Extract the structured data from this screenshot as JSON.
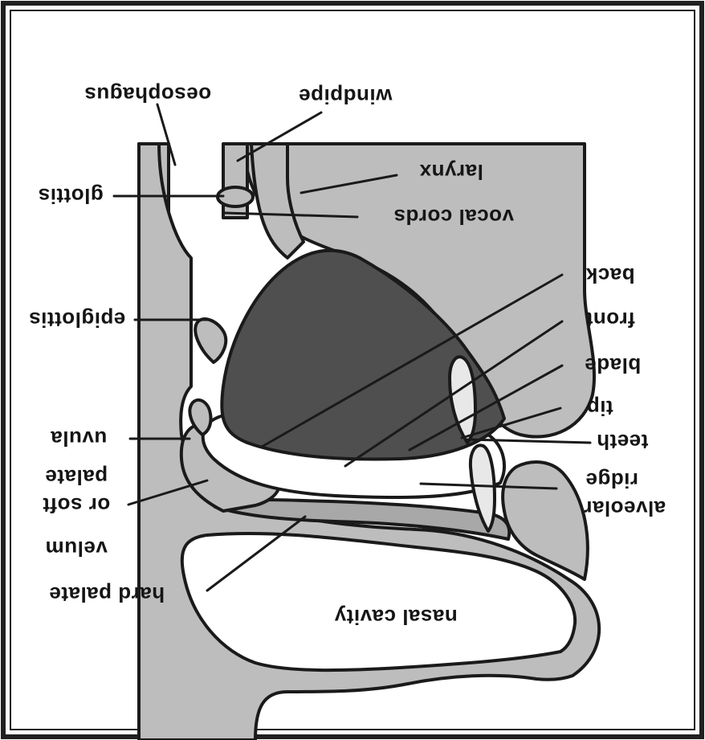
{
  "diagram": {
    "orientation": "rotated-180",
    "labels": {
      "oesophagus": "oesophagus",
      "windpipe": "windpipe",
      "larynx": "larynx",
      "glottis": "glottis",
      "vocal_cords": "vocal cords",
      "back": "back",
      "epiglottis": "epiglottis",
      "front": "front",
      "blade": "blade",
      "tip": "tip",
      "uvula": "uvula",
      "teeth": "teeth",
      "velum_line1": "velum",
      "velum_line2": "or soft",
      "velum_line3": "palate",
      "alveolar_line1": "alveolar",
      "alveolar_line2": "ridge",
      "hard_palate": "hard palate",
      "nasal_cavity": "nasal cavity"
    },
    "colors": {
      "tongue": "#4f4f4f",
      "tissue_light": "#bdbdbd",
      "tissue_mid": "#a8a8a8",
      "cavity": "#ffffff",
      "outline": "#1a1a1a",
      "frame": "#202020"
    }
  }
}
